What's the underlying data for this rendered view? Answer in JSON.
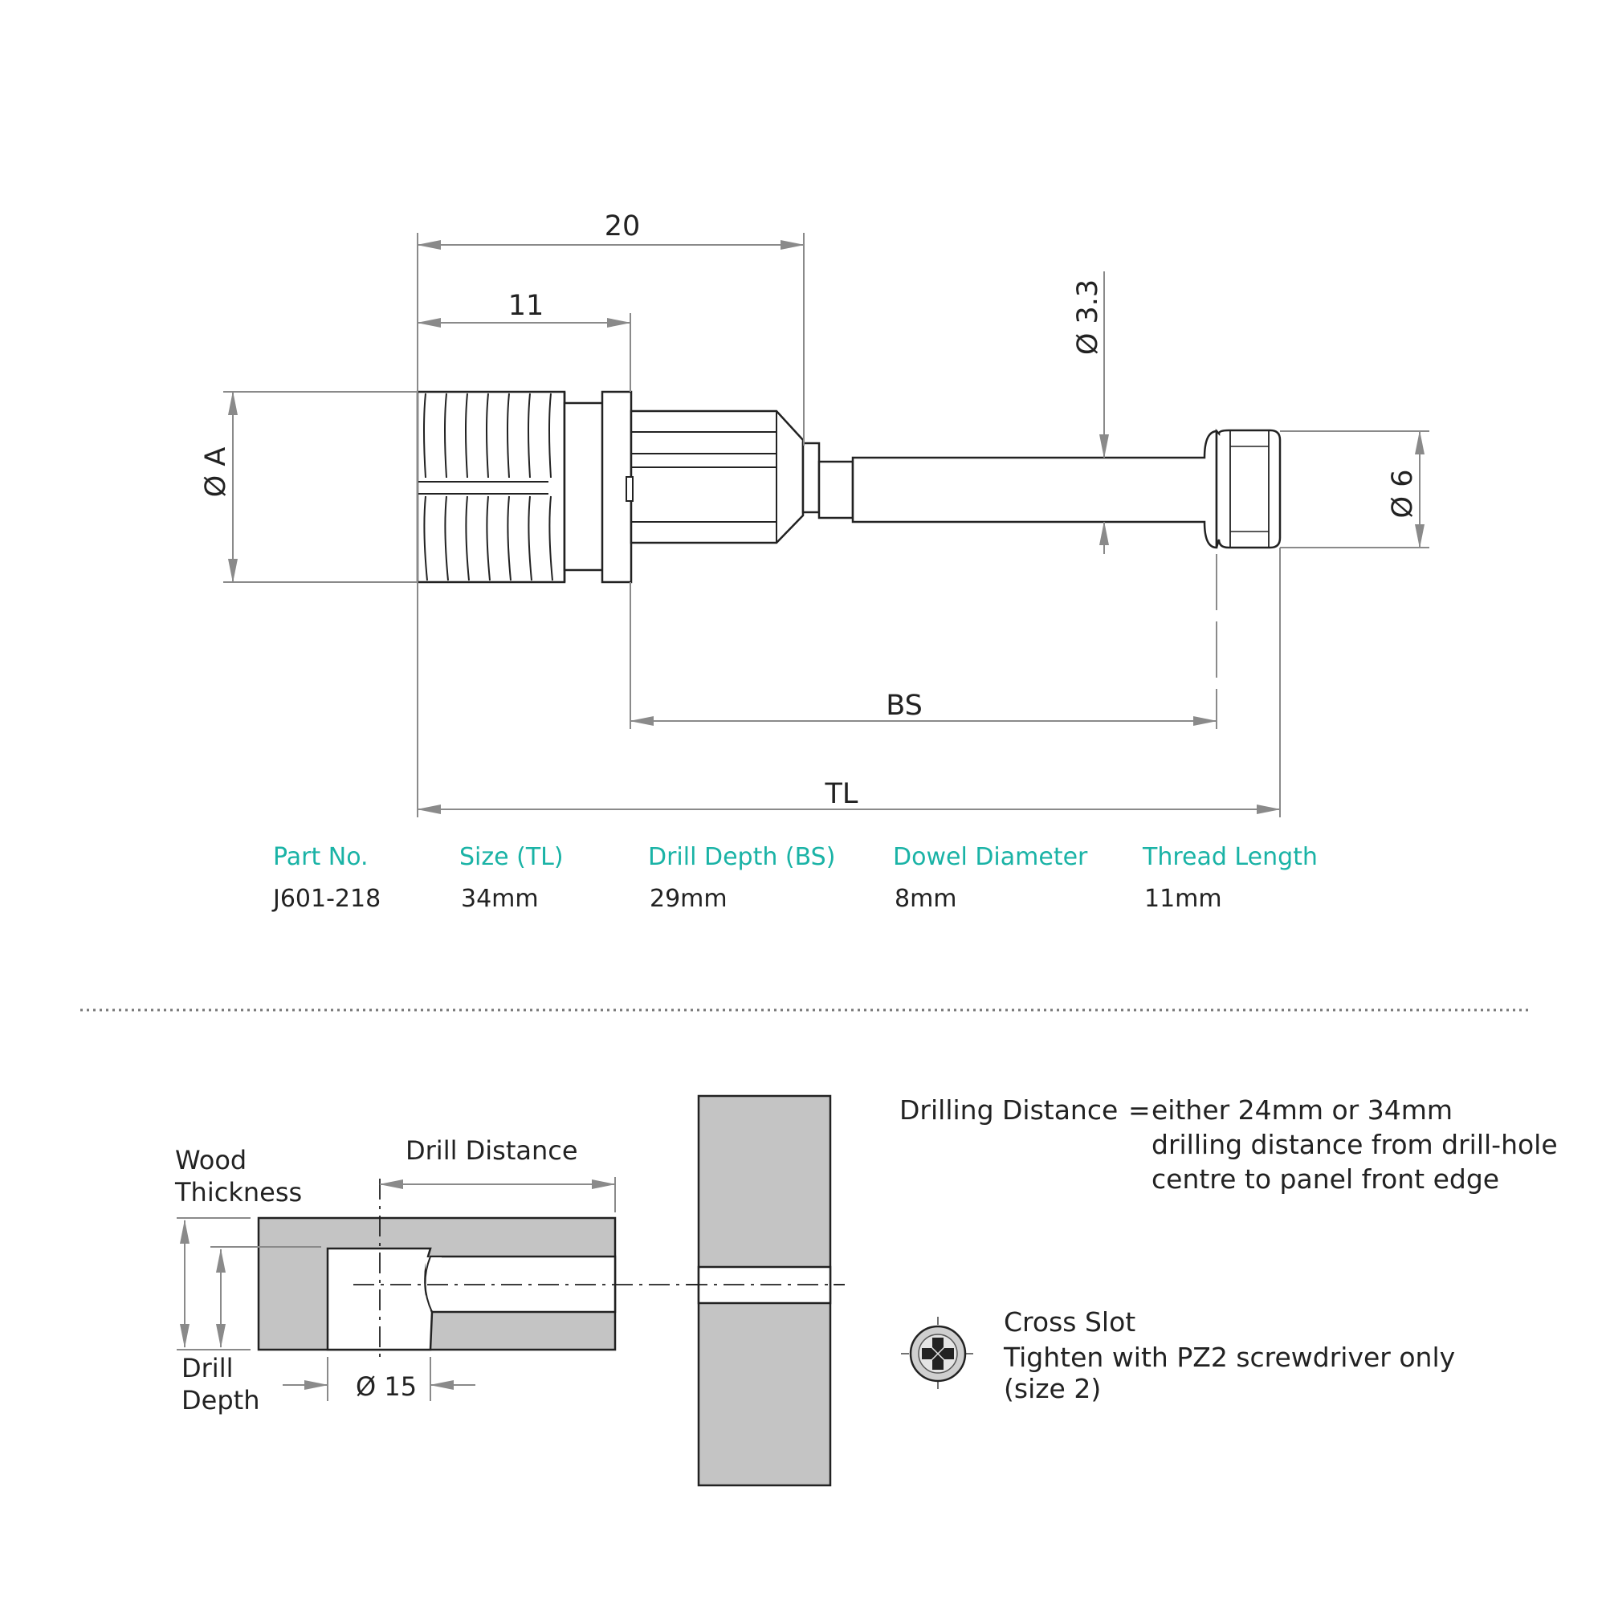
{
  "top_drawing": {
    "dim_20": "20",
    "dim_11": "11",
    "dim_dia_a": "Ø A",
    "dim_dia_33": "Ø 3.3",
    "dim_dia_6": "Ø 6",
    "dim_bs": "BS",
    "dim_tl": "TL"
  },
  "spec_table": {
    "headers": [
      "Part No.",
      "Size (TL)",
      "Drill Depth (BS)",
      "Dowel Diameter",
      "Thread Length"
    ],
    "values": [
      "J601-218",
      "34mm",
      "29mm",
      "8mm",
      "11mm"
    ],
    "header_color": "#1ab3a6"
  },
  "bottom_drawing": {
    "wood_thickness_line1": "Wood",
    "wood_thickness_line2": "Thickness",
    "drill_distance": "Drill Distance",
    "drill_depth_line1": "Drill",
    "drill_depth_line2": "Depth",
    "dia_15": "Ø 15",
    "panel_fill": "#c4c4c4"
  },
  "notes": {
    "drilling_label": "Drilling Distance",
    "drilling_eq": "=",
    "drilling_line1": "either 24mm or 34mm",
    "drilling_line2": "drilling distance from drill-hole",
    "drilling_line3": "centre to panel front edge",
    "cross_slot_icon": "pozidriv-cross-slot-icon",
    "cross_slot_title": "Cross Slot",
    "cross_slot_line1": "Tighten with PZ2 screwdriver only",
    "cross_slot_line2": "(size 2)"
  }
}
